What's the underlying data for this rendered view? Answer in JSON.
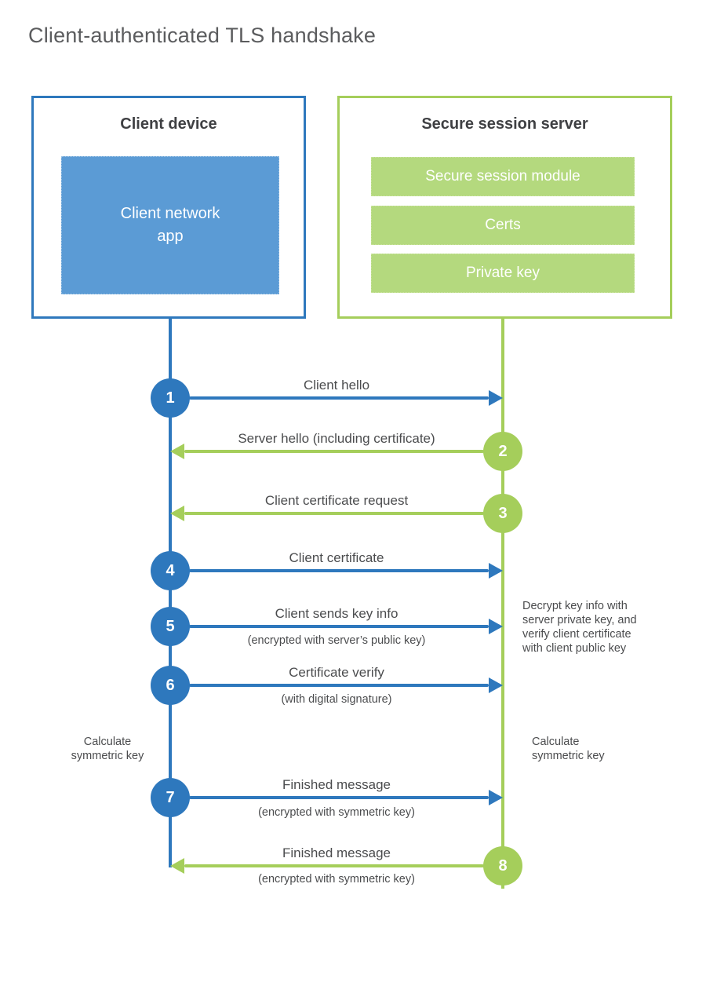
{
  "title": "Client-authenticated TLS handshake",
  "colors": {
    "client_accent": "#2e78bd",
    "client_fill": "#5b9bd5",
    "server_accent": "#a5ce5b",
    "server_fill": "#b4d97e",
    "text_dark": "#3f4043",
    "text_gray": "#4b4c4e"
  },
  "client": {
    "title": "Client device",
    "app_label": "Client network\napp"
  },
  "server": {
    "title": "Secure session server",
    "modules": [
      "Secure session module",
      "Certs",
      "Private key"
    ]
  },
  "steps": [
    {
      "number": "1",
      "label": "Client hello",
      "sublabel": "",
      "direction": "client-to-server"
    },
    {
      "number": "2",
      "label": "Server hello (including certificate)",
      "sublabel": "",
      "direction": "server-to-client"
    },
    {
      "number": "3",
      "label": "Client certificate request",
      "sublabel": "",
      "direction": "server-to-client"
    },
    {
      "number": "4",
      "label": "Client certificate",
      "sublabel": "",
      "direction": "client-to-server"
    },
    {
      "number": "5",
      "label": "Client sends key info",
      "sublabel": "(encrypted with server’s public key)",
      "direction": "client-to-server"
    },
    {
      "number": "6",
      "label": "Certificate verify",
      "sublabel": "(with digital signature)",
      "direction": "client-to-server"
    },
    {
      "number": "7",
      "label": "Finished message",
      "sublabel": "(encrypted with symmetric key)",
      "direction": "client-to-server"
    },
    {
      "number": "8",
      "label": "Finished message",
      "sublabel": "(encrypted with symmetric key)",
      "direction": "server-to-client"
    }
  ],
  "notes": {
    "decrypt": "Decrypt key info with\nserver private key, and\nverify client certificate\nwith client public key",
    "calculate_left": "Calculate\nsymmetric key",
    "calculate_right": "Calculate\nsymmetric key"
  }
}
